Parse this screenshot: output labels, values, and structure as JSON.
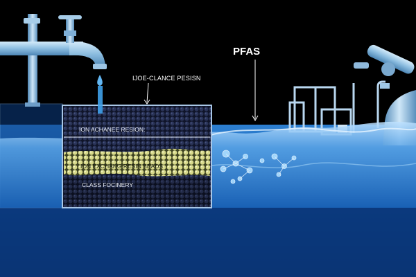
{
  "labels": {
    "pfas": "PFAS",
    "resin_top": "IJOE-CLANCE PESISN",
    "resin_layer": "ION ACHANEE RESION:",
    "beads": "ION EXCHANG RESIN BEADS",
    "glass": "CLASS FOCINERY"
  },
  "colors": {
    "background": "#000000",
    "water_deep": "#0b3d8a",
    "water_light": "#6fb0e8",
    "faucet": "#8fc1e3",
    "resin_dark": "#1b2340",
    "beads_yellow": "#d9dc8a",
    "filter_frame": "#a9c7e6"
  }
}
